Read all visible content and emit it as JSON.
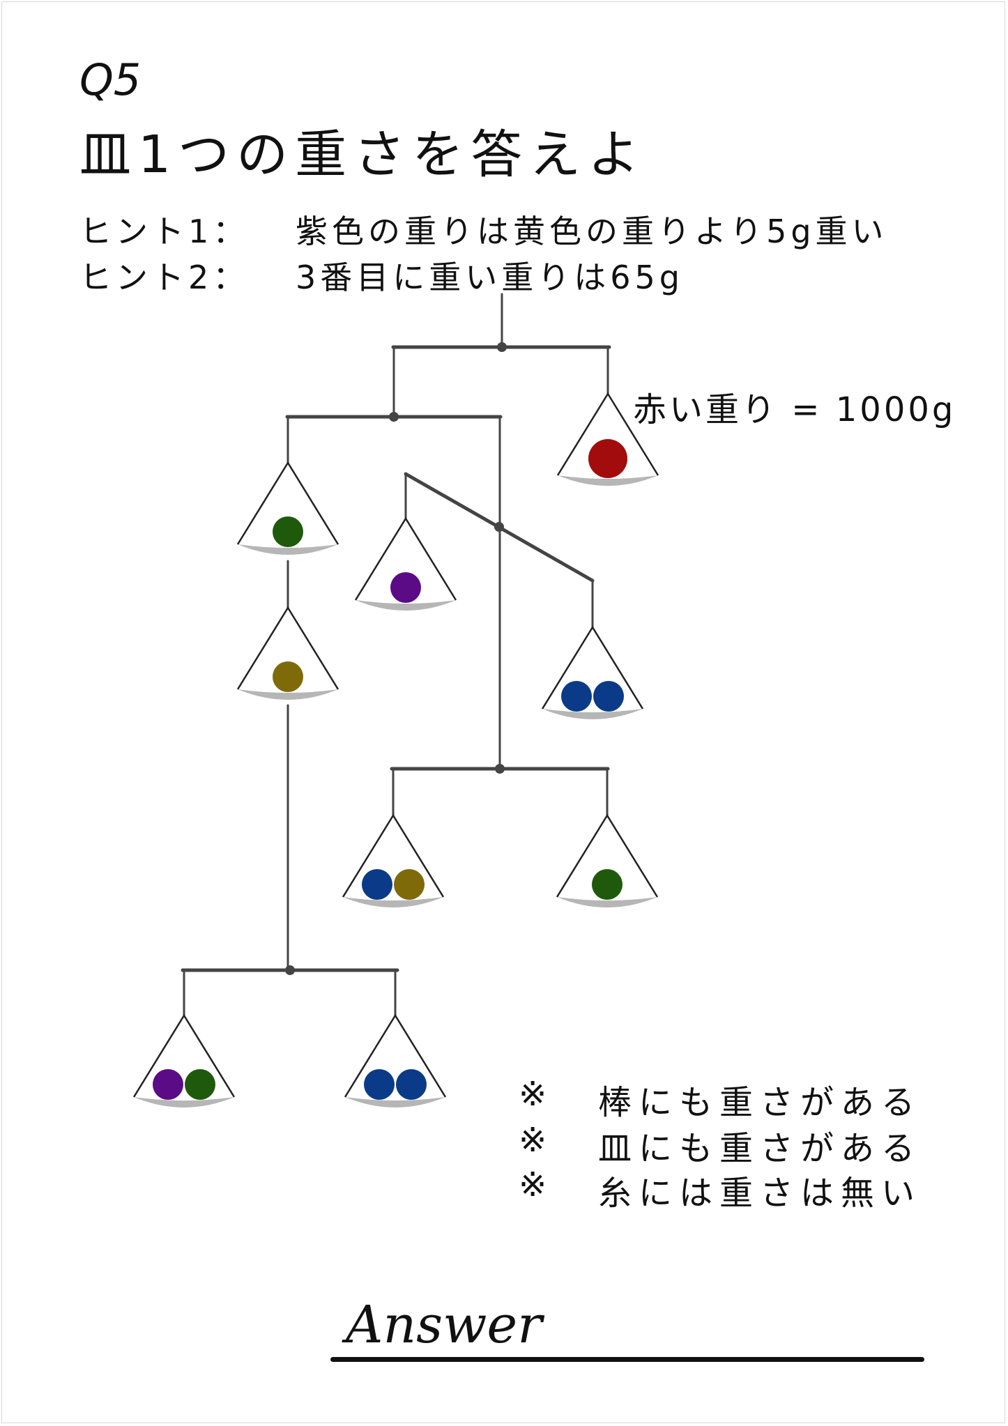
{
  "question": {
    "number": "Q5",
    "title": "皿1つの重さを答えよ"
  },
  "hints": [
    {
      "label": "ヒント1：",
      "text": "紫色の重りは黄色の重りより5g重い"
    },
    {
      "label": "ヒント2：",
      "text": "3番目に重い重りは65g"
    }
  ],
  "red_weight_label": "赤い重り = 1000g",
  "notes": [
    {
      "mark": "※",
      "text": "棒にも重さがある"
    },
    {
      "mark": "※",
      "text": "皿にも重さがある"
    },
    {
      "mark": "※",
      "text": "糸には重さは無い"
    }
  ],
  "answer": {
    "label": "Answer"
  },
  "colors": {
    "red": "#a30c0c",
    "green": "#1f5a0c",
    "purple": "#5b0b86",
    "olive": "#7f6a0a",
    "blue": "#0b3b88",
    "plate": "#b6b6b6",
    "rod": "#444444"
  },
  "pans": [
    {
      "id": "red-pan",
      "balls": [
        "red"
      ]
    },
    {
      "id": "pan-green-top",
      "balls": [
        "green"
      ]
    },
    {
      "id": "pan-olive",
      "balls": [
        "olive"
      ]
    },
    {
      "id": "pan-purple-single",
      "balls": [
        "purple"
      ]
    },
    {
      "id": "pan-two-blue-upper",
      "balls": [
        "blue",
        "blue"
      ]
    },
    {
      "id": "pan-blue-olive",
      "balls": [
        "blue",
        "olive"
      ]
    },
    {
      "id": "pan-green-single",
      "balls": [
        "green"
      ]
    },
    {
      "id": "pan-purple-green",
      "balls": [
        "purple",
        "green"
      ]
    },
    {
      "id": "pan-two-blue-lower",
      "balls": [
        "blue",
        "blue"
      ]
    }
  ]
}
